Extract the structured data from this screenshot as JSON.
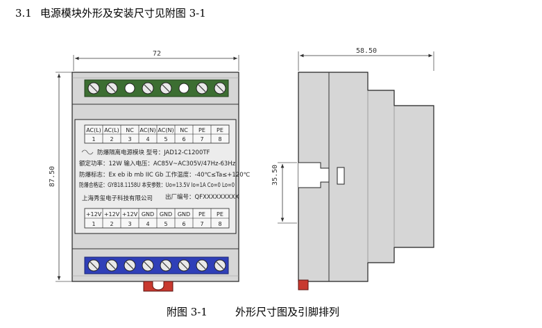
{
  "heading": {
    "number": "3.1",
    "text": "电源模块外形及安装尺寸见附图 3-1"
  },
  "caption": {
    "label": "附图 3-1",
    "text": "外形尺寸图及引脚排列"
  },
  "dimensions": {
    "front_width": "72",
    "front_height": "87.50",
    "side_width": "58.50",
    "side_inner": "35.50"
  },
  "top_pins": {
    "names": [
      "AC(L)",
      "AC(L)",
      "NC",
      "AC(N)",
      "AC(N)",
      "NC",
      "PE",
      "PE"
    ],
    "numbers": [
      "1",
      "2",
      "3",
      "4",
      "5",
      "6",
      "7",
      "8"
    ]
  },
  "bottom_pins": {
    "names": [
      "+12V",
      "+12V",
      "+12V",
      "GND",
      "GND",
      "GND",
      "PE",
      "PE"
    ],
    "numbers": [
      "1",
      "2",
      "3",
      "4",
      "5",
      "6",
      "7",
      "8"
    ]
  },
  "label": {
    "line1": "防爆隔离电源模块   型号：JAD12-C1200TF",
    "line2": "额定功率：12W   输入电压：AC85V~AC305V/47Hz-63Hz",
    "line3": "防爆标志：Ex eb ib mb IIC Gb  工作温度：-40℃≤Ta≤+120℃",
    "line4": "防爆合格证：GYB18.1158U  本安参数：Uo=13.5V Io=1A Co=0 Lo=0",
    "line5": "上海秀玺电子科技有限公司",
    "line6": "出厂编号：QFXXXXXXXXX"
  },
  "colors": {
    "top_terminal": "#3c6e32",
    "bottom_terminal": "#2f3fb8",
    "clip": "#c8392f",
    "body": "#d9d9d9",
    "panel": "#ececec"
  }
}
